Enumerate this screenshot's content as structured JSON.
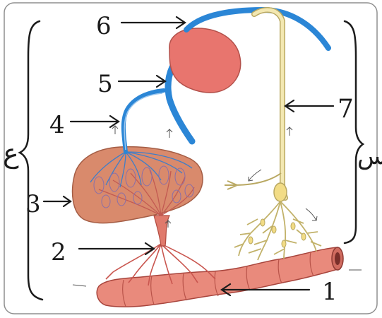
{
  "labels": {
    "n1": "1",
    "n2": "2",
    "n3": "3",
    "n4": "4",
    "n5": "5",
    "n6": "6",
    "n7": "7",
    "bracket_left": "ع",
    "bracket_right": "س"
  },
  "colors": {
    "organ_pink": "#e27a6f",
    "organ_pink_dark": "#c9564f",
    "liver_brown": "#d88668",
    "vessel_blue": "#2b86d6",
    "nerve_cream": "#efe3a8",
    "nerve_outline": "#b9a862",
    "ink": "#1b1b1b"
  }
}
